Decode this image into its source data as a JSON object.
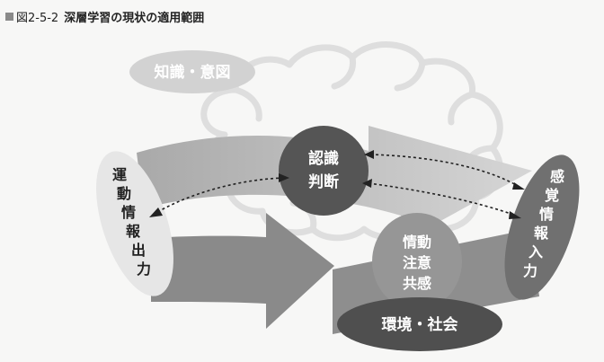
{
  "figure": {
    "number": "図2-5-2",
    "title": "深層学習の現状の適用範囲"
  },
  "nodes": {
    "knowledge_intent": "知識・意図",
    "recognition_judgment": [
      "認識",
      "判断"
    ],
    "motor_output": [
      "運",
      "動",
      "情",
      "報",
      "出",
      "力"
    ],
    "sensory_input": [
      "感",
      "覚",
      "情",
      "報",
      "入",
      "力"
    ],
    "emotion_attention_empathy": [
      "情動",
      "注意",
      "共感"
    ],
    "environment_society": "環境・社会"
  },
  "colors": {
    "knowledge_fill": "#d2d2d2",
    "output_fill": "#e6e6e6",
    "recognition_fill": "#555555",
    "sensory_fill": "#707070",
    "emotion_fill": "#969696",
    "environment_fill": "#4f4f4f",
    "arrow_fill": "#8c8c8c",
    "brain_outline": "#dcdcdc"
  },
  "icons": [
    "brain-outline-icon"
  ]
}
